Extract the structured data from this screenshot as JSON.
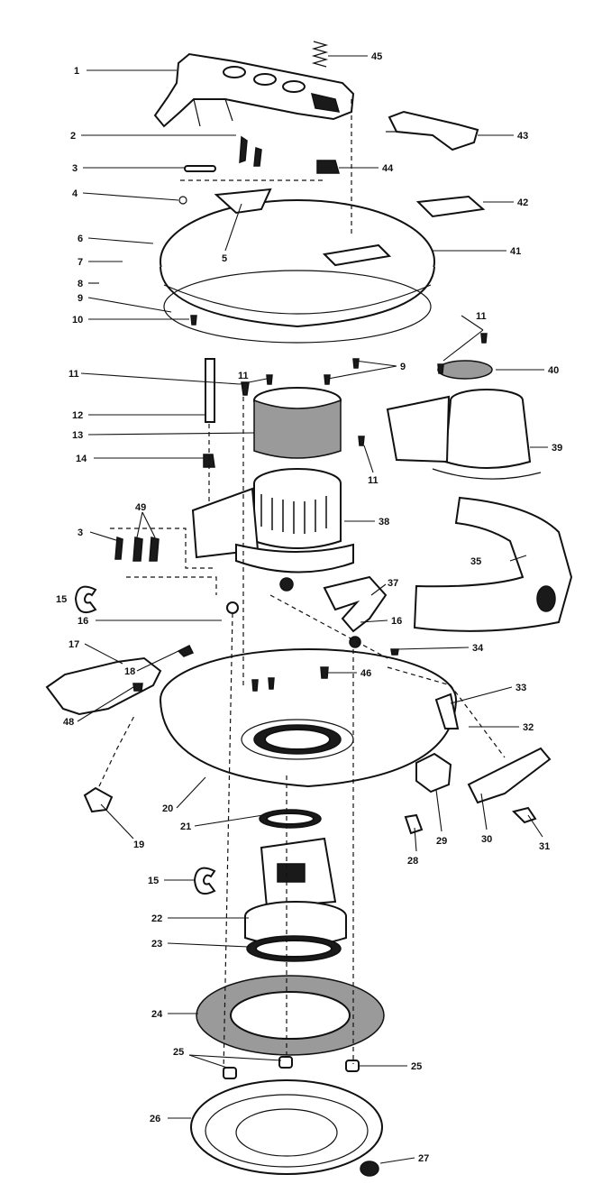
{
  "labels": [
    "1",
    "2",
    "3",
    "4",
    "5",
    "6",
    "7",
    "8",
    "9",
    "10",
    "11",
    "12",
    "13",
    "14",
    "3",
    "49",
    "15",
    "16",
    "17",
    "18",
    "48",
    "20",
    "19",
    "21",
    "15",
    "22",
    "23",
    "24",
    "25",
    "25",
    "26",
    "27",
    "45",
    "43",
    "44",
    "42",
    "41",
    "11",
    "40",
    "9",
    "39",
    "11",
    "11",
    "38",
    "35",
    "37",
    "16",
    "34",
    "46",
    "33",
    "32",
    "30",
    "31",
    "29",
    "28"
  ],
  "colors": {
    "ink": "#111111",
    "paper": "#ffffff",
    "shade": "#1a1a1a",
    "filter": "#9a9a9a"
  }
}
